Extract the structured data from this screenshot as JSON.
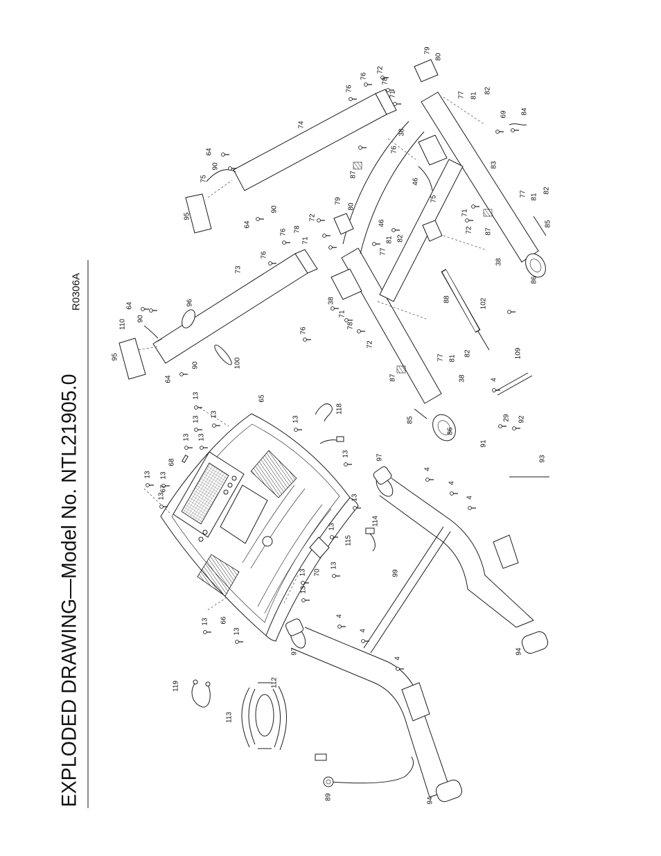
{
  "page": {
    "title": "EXPLODED DRAWING—Model No. NTL21905.0",
    "drawing_code": "R0306A"
  },
  "labels": [
    "79",
    "80",
    "72",
    "76",
    "78",
    "71",
    "76",
    "77",
    "81",
    "82",
    "69",
    "84",
    "74",
    "38",
    "76",
    "64",
    "90",
    "87",
    "46",
    "75",
    "83",
    "75",
    "77",
    "81",
    "82",
    "90",
    "79",
    "80",
    "95",
    "72",
    "64",
    "78",
    "71",
    "76",
    "46",
    "81",
    "82",
    "71",
    "72",
    "87",
    "85",
    "76",
    "77",
    "73",
    "38",
    "86",
    "38",
    "88",
    "102",
    "64",
    "96",
    "71",
    "110",
    "90",
    "78",
    "76",
    "72",
    "95",
    "90",
    "100",
    "77",
    "81",
    "82",
    "109",
    "87",
    "38",
    "64",
    "4",
    "13",
    "65",
    "118",
    "13",
    "13",
    "13",
    "85",
    "29",
    "92",
    "86",
    "13",
    "13",
    "91",
    "13",
    "97",
    "93",
    "68",
    "4",
    "13",
    "13",
    "4",
    "67",
    "13",
    "13",
    "4",
    "114",
    "13",
    "115",
    "13",
    "70",
    "13",
    "99",
    "13",
    "4",
    "66",
    "13",
    "4",
    "13",
    "97",
    "94",
    "4",
    "119",
    "112",
    "113",
    "89",
    "94"
  ]
}
